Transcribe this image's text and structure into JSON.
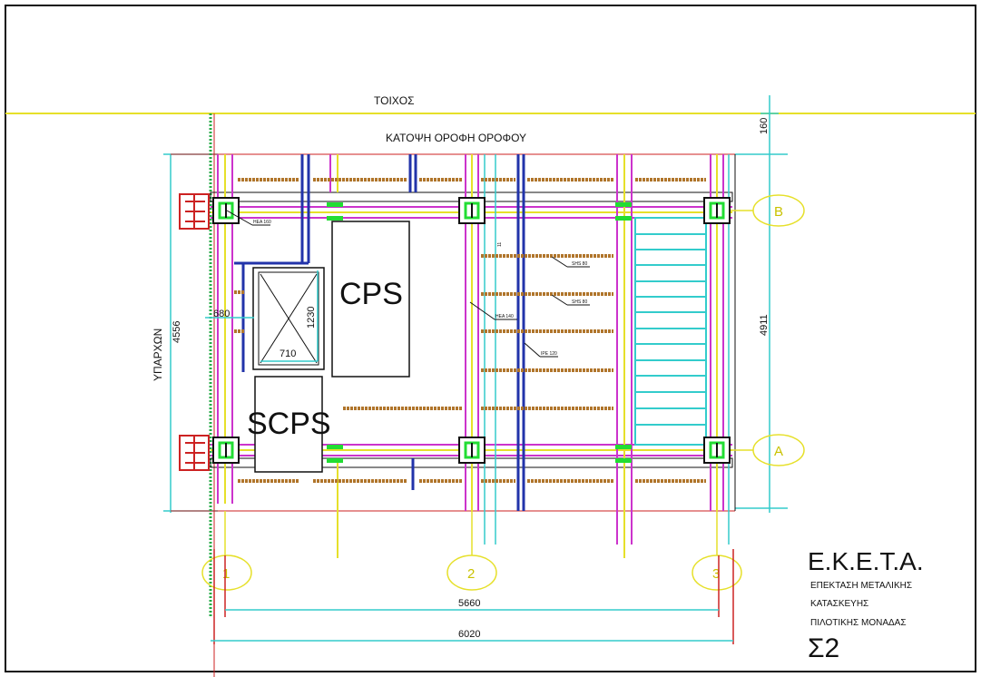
{
  "drawing": {
    "wall_label": "ΤΟΙΧΟΣ",
    "plan_title": "ΚΑΤΟΨΗ ΟΡΟΦΗ ΟΡΟΦΟΥ",
    "wall_dim": "160",
    "left_label": "ΥΠΑΡΧΩΝ",
    "left_dim": "4556",
    "right_dim": "4911",
    "dim_680": "680",
    "dim_1230": "1230",
    "dim_710": "710",
    "box_cps": "CPS",
    "box_scps": "SCPS",
    "beam_hea160": "HEA 160",
    "beam_hea140": "HEA 140",
    "beam_ipe120": "IPE 120",
    "beam_shs80_a": "SHS 80",
    "beam_shs80_b": "SHS 80",
    "mark_11": "11",
    "axis_b": "B",
    "axis_a": "A",
    "axis_1": "1",
    "axis_2": "2",
    "axis_3": "3",
    "dim_5660": "5660",
    "dim_6020": "6020"
  },
  "title_block": {
    "org": "Ε.Κ.Ε.Τ.Α.",
    "line1": "ΕΠΕΚΤΑΣΗ ΜΕΤΑΛΙΚΗΣ",
    "line2": "ΚΑΤΑΣΚΕΥΗΣ",
    "line3": "ΠΙΛΟΤΙΚΗΣ ΜΟΝΑΔΑΣ",
    "sheet_no": "Σ2"
  },
  "colors": {
    "wall": "#e6e02a",
    "magenta": "#cc33cc",
    "blue": "#2233aa",
    "cyan": "#33cccc",
    "brown": "#b0752b",
    "red": "#cc2222",
    "green": "#22dd33",
    "dim_line": "#33cccc"
  }
}
